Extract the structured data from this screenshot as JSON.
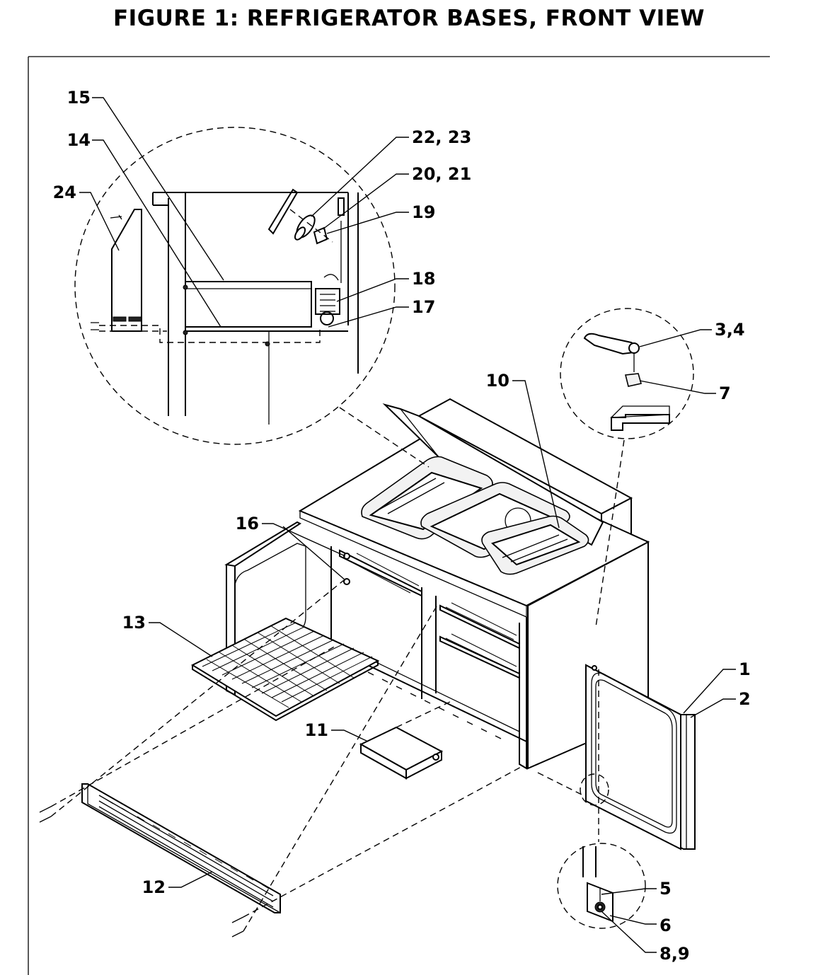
{
  "title": "FIGURE 1: REFRIGERATOR BASES, FRONT VIEW",
  "callouts": {
    "c1": "1",
    "c2": "2",
    "c34": "3,4",
    "c5": "5",
    "c6": "6",
    "c7": "7",
    "c89": "8,9",
    "c10": "10",
    "c11": "11",
    "c12": "12",
    "c13": "13",
    "c14": "14",
    "c15": "15",
    "c16": "16",
    "c17": "17",
    "c18": "18",
    "c19": "19",
    "c2021": "20, 21",
    "c2223": "22, 23",
    "c24": "24"
  }
}
